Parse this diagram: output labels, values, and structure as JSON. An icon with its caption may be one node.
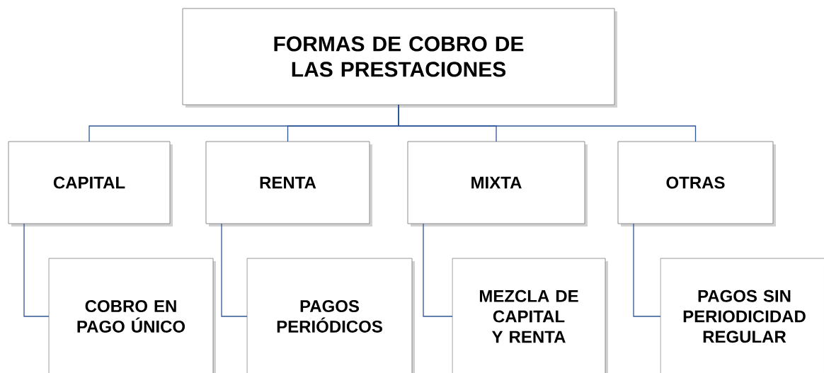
{
  "diagram": {
    "nodes": [
      {
        "text": [
          "FORMAS DE COBRO DE LAS PRESTACIONES"
        ]
      },
      {
        "text": [
          "CAPITAL"
        ]
      },
      {
        "text": [
          "RENTA"
        ]
      },
      {
        "text": [
          "MIXTA"
        ]
      },
      {
        "text": [
          "OTRAS"
        ]
      },
      {
        "text": [
          "COBRO EN PAGO ÚNICO"
        ]
      },
      {
        "text": [
          "PAGOS PERIÓDICOS"
        ]
      },
      {
        "text": [
          "MEZCLA DE CAPITAL Y RENTA"
        ]
      },
      {
        "text": [
          "PAGOS SIN PERIODICIDAD REGULAR"
        ]
      }
    ],
    "edges": [
      {
        "from": 0,
        "to": 1,
        "arrow": "none"
      },
      {
        "from": 0,
        "to": 2,
        "arrow": "none"
      },
      {
        "from": 0,
        "to": 3,
        "arrow": "none"
      },
      {
        "from": 0,
        "to": 4,
        "arrow": "none"
      },
      {
        "from": 1,
        "to": 5,
        "arrow": "none"
      },
      {
        "from": 2,
        "to": 6,
        "arrow": "none"
      },
      {
        "from": 3,
        "to": 7,
        "arrow": "none"
      },
      {
        "from": 4,
        "to": 8,
        "arrow": "none"
      }
    ]
  }
}
